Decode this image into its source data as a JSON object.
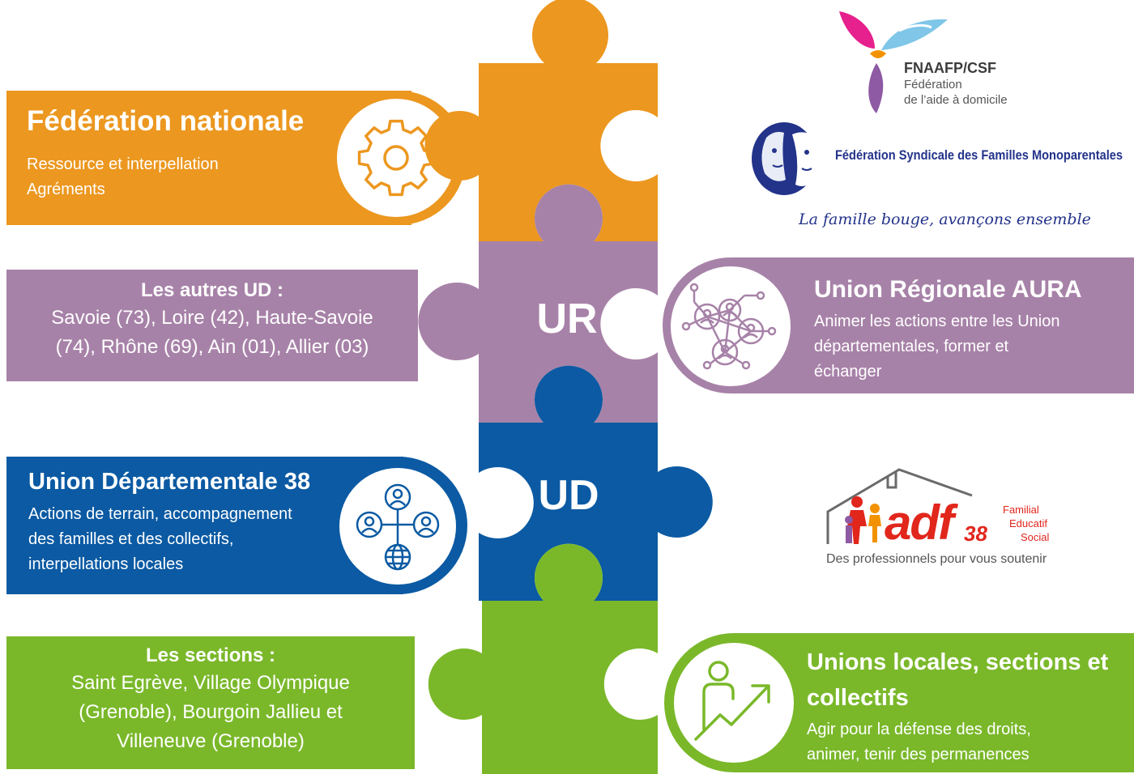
{
  "colors": {
    "orange": "#ec971f",
    "purple": "#a782a8",
    "blue": "#0b5aa3",
    "green": "#7ab82a",
    "fsfm_blue": "#23338a",
    "adf_red": "#e1261c"
  },
  "pieces": {
    "ur_label": "UR",
    "ud_label": "UD"
  },
  "federation": {
    "title": "Fédération nationale",
    "lines": [
      "Ressource et interpellation",
      "Agréments"
    ],
    "icon": "gear-icon"
  },
  "autres_ud": {
    "title": "Les autres UD :",
    "lines": [
      "Savoie (73), Loire (42), Haute-Savoie",
      "(74), Rhône (69), Ain (01), Allier (03)"
    ]
  },
  "union_regionale": {
    "title": "Union Régionale AURA",
    "lines": [
      "Animer les actions entre les Union",
      "départementales, former et",
      "échanger"
    ],
    "icon": "network-people-icon"
  },
  "union_departementale": {
    "title": "Union Départementale 38",
    "lines": [
      "Actions de terrain, accompagnement",
      "des familles et des collectifs,",
      "interpellations locales"
    ],
    "icon": "community-globe-icon"
  },
  "sections": {
    "title": "Les sections :",
    "lines": [
      "Saint Egrève, Village Olympique",
      "(Grenoble), Bourgoin Jallieu et",
      "Villeneuve (Grenoble)"
    ]
  },
  "unions_locales": {
    "title_lines": [
      "Unions locales, sections et",
      "collectifs"
    ],
    "lines": [
      "Agir pour la défense des droits,",
      "animer, tenir des  permanences"
    ],
    "icon": "person-growth-icon"
  },
  "logos": {
    "fnaafp": {
      "name": "FNAAFP/CSF",
      "line1": "Fédération",
      "line2": "de l’aide à domicile"
    },
    "fsfm": {
      "name": "Fédération Syndicale des Familles Monoparentales",
      "slogan": "La famille bouge, avançons ensemble"
    },
    "adf": {
      "name": "adf",
      "number": "38",
      "words": [
        "Familial",
        "Educatif",
        "Social"
      ],
      "tagline": "Des professionnels pour vous soutenir"
    }
  }
}
